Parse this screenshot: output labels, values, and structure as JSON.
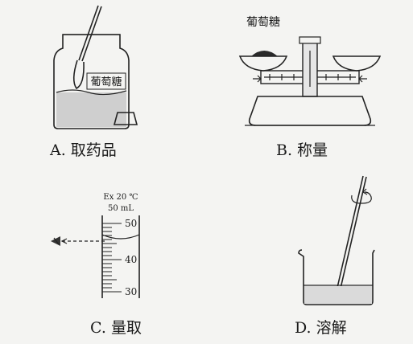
{
  "panels": {
    "a": {
      "caption": "A. 取药品",
      "bottle_label": "葡萄糖"
    },
    "b": {
      "caption": "B. 称量",
      "pan_label": "葡萄糖"
    },
    "c": {
      "caption": "C. 量取",
      "cylinder_spec_line1": "Ex 20 ℃",
      "cylinder_spec_line2": "50 mL",
      "scale_marks": [
        "50",
        "40",
        "30"
      ]
    },
    "d": {
      "caption": "D. 溶解"
    }
  }
}
